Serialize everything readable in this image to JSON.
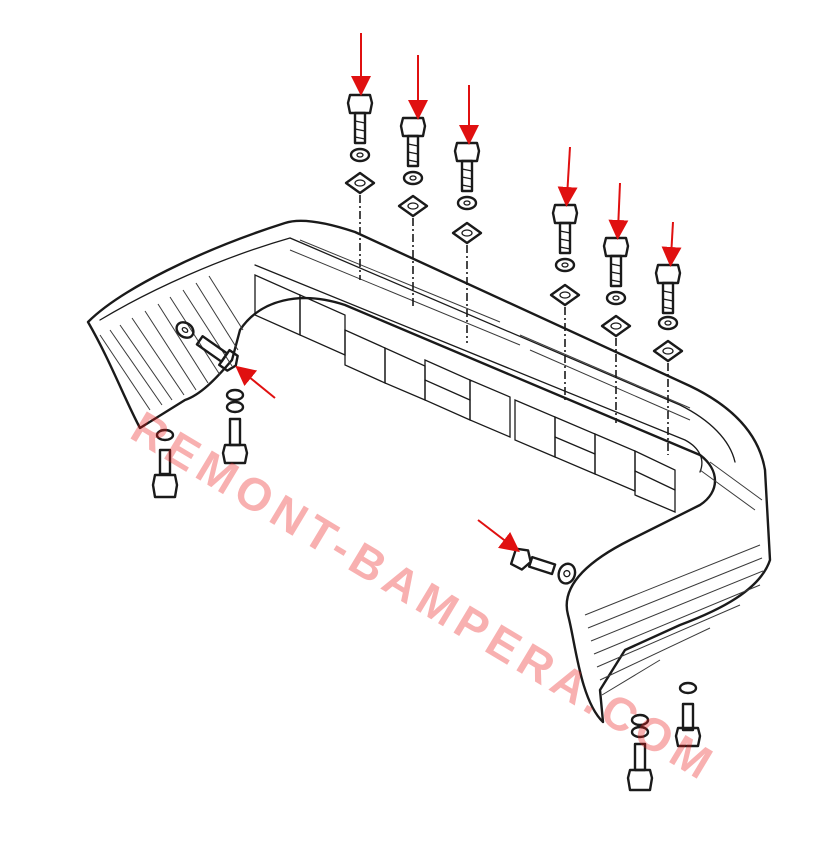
{
  "watermark": {
    "text": "REMONT-BAMPERA.COM",
    "color": "#eb1e1e"
  },
  "colors": {
    "line_art": "#1a1a1a",
    "arrow": "#e01010",
    "background": "#ffffff"
  },
  "parts": {
    "top_bolts": 6,
    "side_bolts": 2,
    "bottom_bolts": 4
  }
}
